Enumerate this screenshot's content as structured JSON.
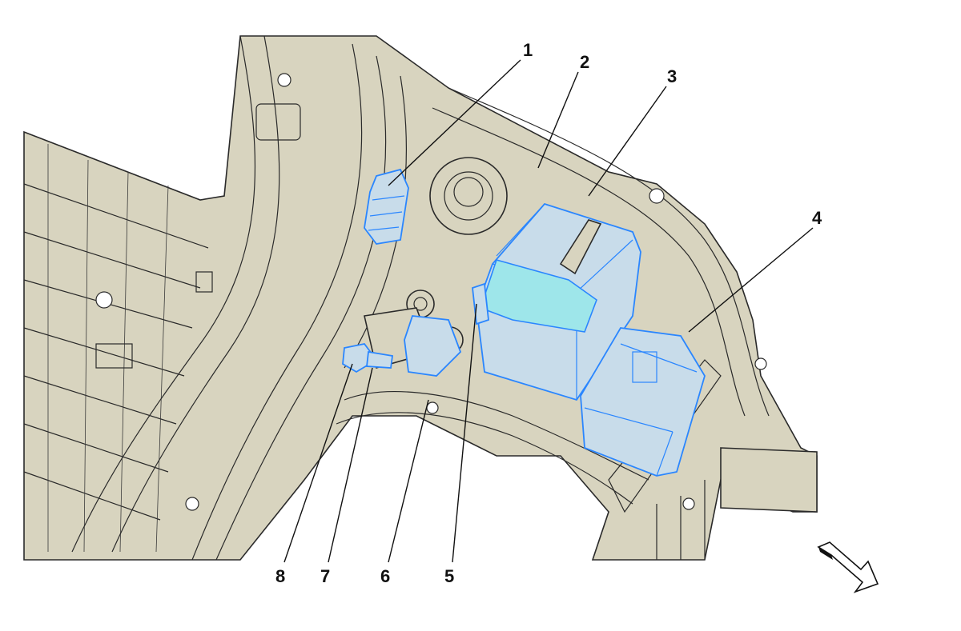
{
  "diagram": {
    "callouts": [
      {
        "number": "1",
        "name": "callout-1"
      },
      {
        "number": "2",
        "name": "callout-2"
      },
      {
        "number": "3",
        "name": "callout-3"
      },
      {
        "number": "4",
        "name": "callout-4"
      },
      {
        "number": "5",
        "name": "callout-5"
      },
      {
        "number": "6",
        "name": "callout-6"
      },
      {
        "number": "7",
        "name": "callout-7"
      },
      {
        "number": "8",
        "name": "callout-8"
      }
    ],
    "colors": {
      "body": "#d8d4bf",
      "outline": "#2a2a2a",
      "highlight": "#2a86ff",
      "highlight_fill": "#c8dcea",
      "highlight_cyan": "#9ee6ea"
    },
    "direction_icon": "arrow-down-right-icon"
  }
}
